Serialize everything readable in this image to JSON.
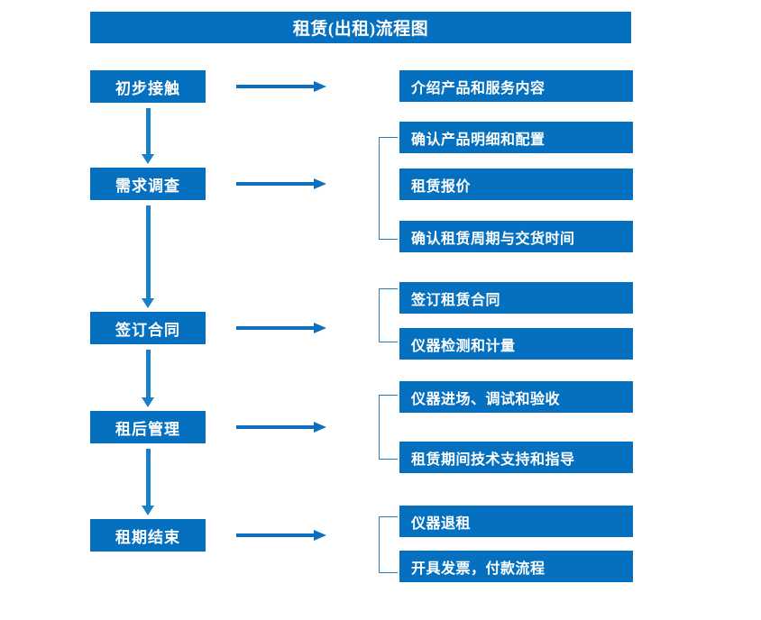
{
  "title": "租赁(出租)流程图",
  "colors": {
    "box_blue": "#0670C0",
    "arrow_blue": "#0E6FBE",
    "vertical_arrow_blue": "#1780C8",
    "bracket_blue": "#2E79B5",
    "text_white": "#FFFFFF",
    "background": "#FFFFFF"
  },
  "stages": [
    {
      "label": "初步接触"
    },
    {
      "label": "需求调查"
    },
    {
      "label": "签订合同"
    },
    {
      "label": "租后管理"
    },
    {
      "label": "租期结束"
    }
  ],
  "details": [
    {
      "label": "介绍产品和服务内容"
    },
    {
      "label": "确认产品明细和配置"
    },
    {
      "label": "租赁报价"
    },
    {
      "label": "确认租赁周期与交货时间"
    },
    {
      "label": "签订租赁合同"
    },
    {
      "label": "仪器检测和计量"
    },
    {
      "label": "仪器进场、调试和验收"
    },
    {
      "label": "租赁期间技术支持和指导"
    },
    {
      "label": "仪器退租"
    },
    {
      "label": "开具发票，付款流程"
    }
  ],
  "connectors": {
    "horizontal_arrows": 5,
    "vertical_arrows": 4,
    "brackets": 4
  }
}
